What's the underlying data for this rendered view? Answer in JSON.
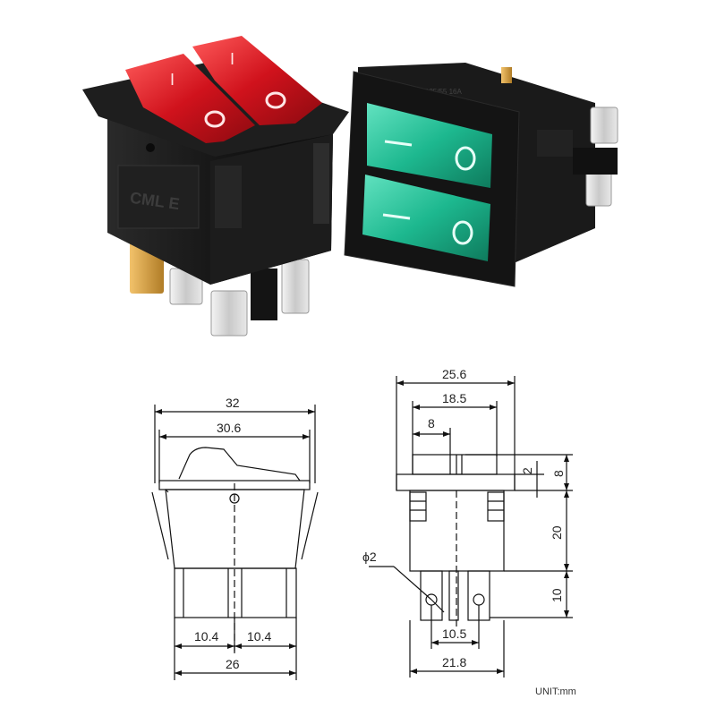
{
  "photo": {
    "switch_red": {
      "mark_on": "I",
      "mark_off": "O",
      "brand_mark": "CML E",
      "rocker_color": "#d0121c"
    },
    "switch_green": {
      "mark_on": "—",
      "mark_off": "O",
      "rocker_color": "#1db88f"
    }
  },
  "front_view": {
    "width_outer": "32",
    "width_inner": "30.6",
    "pin_spacing_left": "10.4",
    "pin_spacing_right": "10.4",
    "base_width": "26"
  },
  "side_view": {
    "width_total": "25.6",
    "width_mid": "18.5",
    "offset": "8",
    "flange": "2",
    "rocker_height": "8",
    "body_height": "20",
    "pin_length": "10",
    "hole_diameter": "ϕ2",
    "pin_spacing": "10.5",
    "base_width": "21.8"
  },
  "unit_label": "UNIT:mm"
}
